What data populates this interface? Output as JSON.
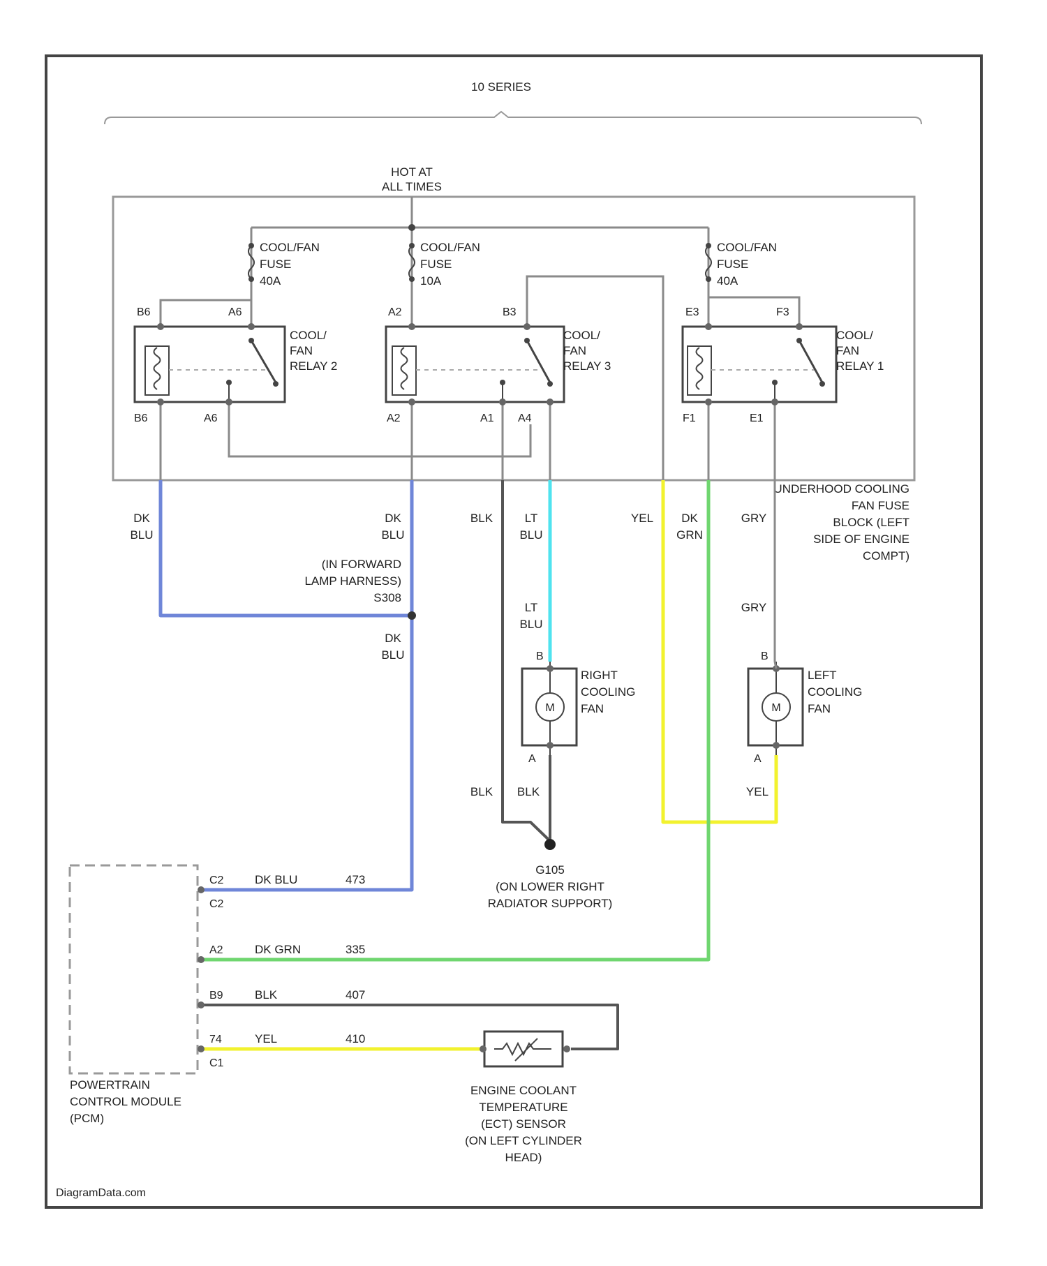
{
  "header": {
    "series": "10 SERIES"
  },
  "power": {
    "line1": "HOT AT",
    "line2": "ALL TIMES"
  },
  "fuses": [
    {
      "l1": "COOL/FAN",
      "l2": "FUSE",
      "l3": "40A"
    },
    {
      "l1": "COOL/FAN",
      "l2": "FUSE",
      "l3": "10A"
    },
    {
      "l1": "COOL/FAN",
      "l2": "FUSE",
      "l3": "40A"
    }
  ],
  "relays": [
    {
      "l1": "COOL/",
      "l2": "FAN",
      "l3": "RELAY 2"
    },
    {
      "l1": "COOL/",
      "l2": "FAN",
      "l3": "RELAY 3"
    },
    {
      "l1": "COOL/",
      "l2": "FAN",
      "l3": "RELAY 1"
    }
  ],
  "pins": {
    "r2_top_left": "B6",
    "r2_top_right": "A6",
    "r2_bot_left": "B6",
    "r2_bot_right": "A6",
    "r3_top_left": "A2",
    "r3_top_right": "B3",
    "r3_bot_left": "A2",
    "r3_bot_mid": "A1",
    "r3_bot_right": "A4",
    "r1_top_left": "E3",
    "r1_top_right": "F3",
    "r1_bot_left": "F1",
    "r1_bot_right": "E1"
  },
  "fuse_block": {
    "l1": "UNDERHOOD COOLING",
    "l2": "FAN FUSE",
    "l3": "BLOCK (LEFT",
    "l4": "SIDE OF ENGINE",
    "l5": "COMPT)"
  },
  "wires": {
    "dk": "DK",
    "blu": "BLU",
    "grn": "GRN",
    "blk": "BLK",
    "lt": "LT",
    "yel": "YEL",
    "gry": "GRY"
  },
  "splice": {
    "l1": "(IN FORWARD",
    "l2": "LAMP HARNESS)",
    "l3": "S308"
  },
  "fans": {
    "right": {
      "l1": "RIGHT",
      "l2": "COOLING",
      "l3": "FAN",
      "pin_b": "B",
      "pin_a": "A"
    },
    "left": {
      "l1": "LEFT",
      "l2": "COOLING",
      "l3": "FAN",
      "pin_b": "B",
      "pin_a": "A"
    },
    "motor_symbol": "M"
  },
  "ground": {
    "l1": "G105",
    "l2": "(ON LOWER RIGHT",
    "l3": "RADIATOR SUPPORT)"
  },
  "pcm": {
    "l1": "POWERTRAIN",
    "l2": "CONTROL MODULE",
    "l3": "(PCM)",
    "rows": [
      {
        "pin": "C2",
        "color": "DK BLU",
        "circuit": "473",
        "conn": "C2"
      },
      {
        "pin": "A2",
        "color": "DK GRN",
        "circuit": "335",
        "conn": ""
      },
      {
        "pin": "B9",
        "color": "BLK",
        "circuit": "407",
        "conn": ""
      },
      {
        "pin": "74",
        "color": "YEL",
        "circuit": "410",
        "conn": "C1"
      }
    ]
  },
  "ect": {
    "l1": "ENGINE COOLANT",
    "l2": "TEMPERATURE",
    "l3": "(ECT) SENSOR",
    "l4": "(ON LEFT CYLINDER",
    "l5": "HEAD)"
  },
  "footer": {
    "watermark": "DiagramData.com"
  },
  "colors": {
    "frame": "#444444",
    "wire_gray": "#8a8a8a",
    "wire_blue": "#6f86d8",
    "wire_cyan": "#4fe3ef",
    "wire_yellow": "#f2f22e",
    "wire_green": "#6fd66f",
    "wire_black": "#555555"
  }
}
